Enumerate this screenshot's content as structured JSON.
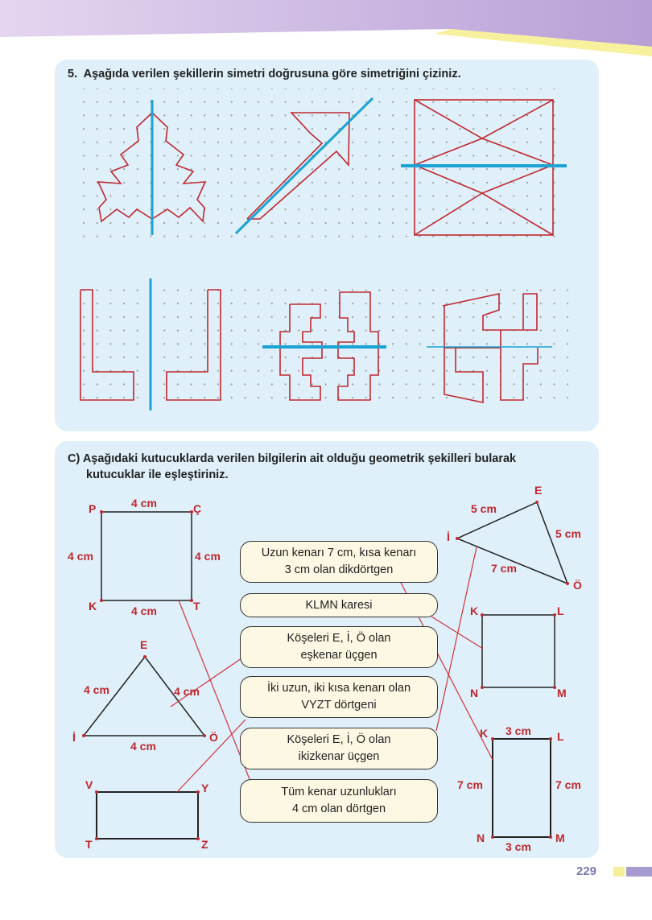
{
  "exercise5": {
    "number": "5.",
    "instruction": "Aşağıda verilen şekillerin simetri doğrusuna göre simetriğini çiziniz."
  },
  "sectionC": {
    "letter": "C)",
    "instruction_line1": "Aşağıdaki kutucuklarda verilen bilgilerin ait olduğu geometrik şekilleri bularak",
    "instruction_line2": "kutucuklar ile eşleştiriniz."
  },
  "boxes": [
    {
      "line1": "Uzun kenarı 7 cm, kısa kenarı",
      "line2": "3 cm olan dikdörtgen"
    },
    {
      "line1": "KLMN karesi",
      "line2": ""
    },
    {
      "line1": "Köşeleri E, İ, Ö olan",
      "line2": "eşkenar üçgen"
    },
    {
      "line1": "İki uzun, iki kısa kenarı olan",
      "line2": "VYZT dörtgeni"
    },
    {
      "line1": "Köşeleri E, İ, Ö olan",
      "line2": "ikizkenar üçgen"
    },
    {
      "line1": "Tüm kenar uzunlukları",
      "line2": "4 cm olan dörtgen"
    }
  ],
  "square_PCKT": {
    "P": "P",
    "C": "Ç",
    "K": "K",
    "T": "T",
    "top": "4 cm",
    "left": "4 cm",
    "right": "4 cm",
    "bottom": "4 cm"
  },
  "triangle_equilateral": {
    "E": "E",
    "I": "İ",
    "O": "Ö",
    "left": "4 cm",
    "right": "4 cm",
    "bottom": "4 cm"
  },
  "rect_VYZT": {
    "V": "V",
    "Y": "Y",
    "T": "T",
    "Z": "Z"
  },
  "triangle_isosceles": {
    "E": "E",
    "I": "İ",
    "O": "Ö",
    "side_EI": "5 cm",
    "side_EO": "5 cm",
    "side_IO": "7 cm"
  },
  "square_KLMN": {
    "K": "K",
    "L": "L",
    "N": "N",
    "M": "M"
  },
  "rect_KLMN": {
    "K": "K",
    "L": "L",
    "N": "N",
    "M": "M",
    "top": "3 cm",
    "bottom": "3 cm",
    "left": "7 cm",
    "right": "7 cm"
  },
  "page": {
    "number": "229"
  },
  "colors": {
    "panel": "#dff0fa",
    "figure": "#c0282e",
    "axis": "#1aa3d4",
    "box": "#fdf8e3"
  }
}
